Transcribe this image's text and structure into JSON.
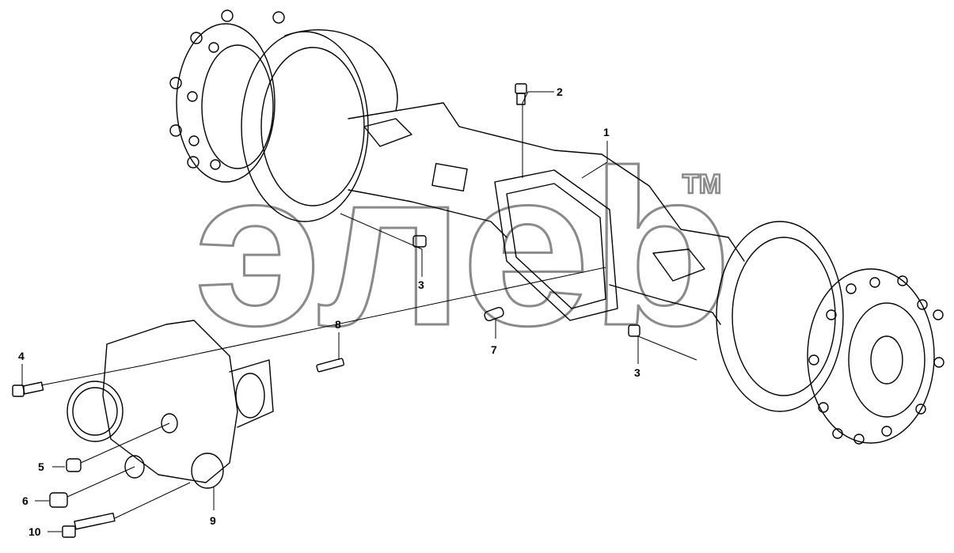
{
  "watermark": {
    "text": "элеb",
    "trademark": "TM"
  },
  "callouts": [
    {
      "id": "c1",
      "label": "1"
    },
    {
      "id": "c2",
      "label": "2"
    },
    {
      "id": "c3a",
      "label": "3"
    },
    {
      "id": "c3b",
      "label": "3"
    },
    {
      "id": "c4",
      "label": "4"
    },
    {
      "id": "c5",
      "label": "5"
    },
    {
      "id": "c6",
      "label": "6"
    },
    {
      "id": "c7",
      "label": "7"
    },
    {
      "id": "c8",
      "label": "8"
    },
    {
      "id": "c9",
      "label": "9"
    },
    {
      "id": "c10",
      "label": "10"
    }
  ]
}
